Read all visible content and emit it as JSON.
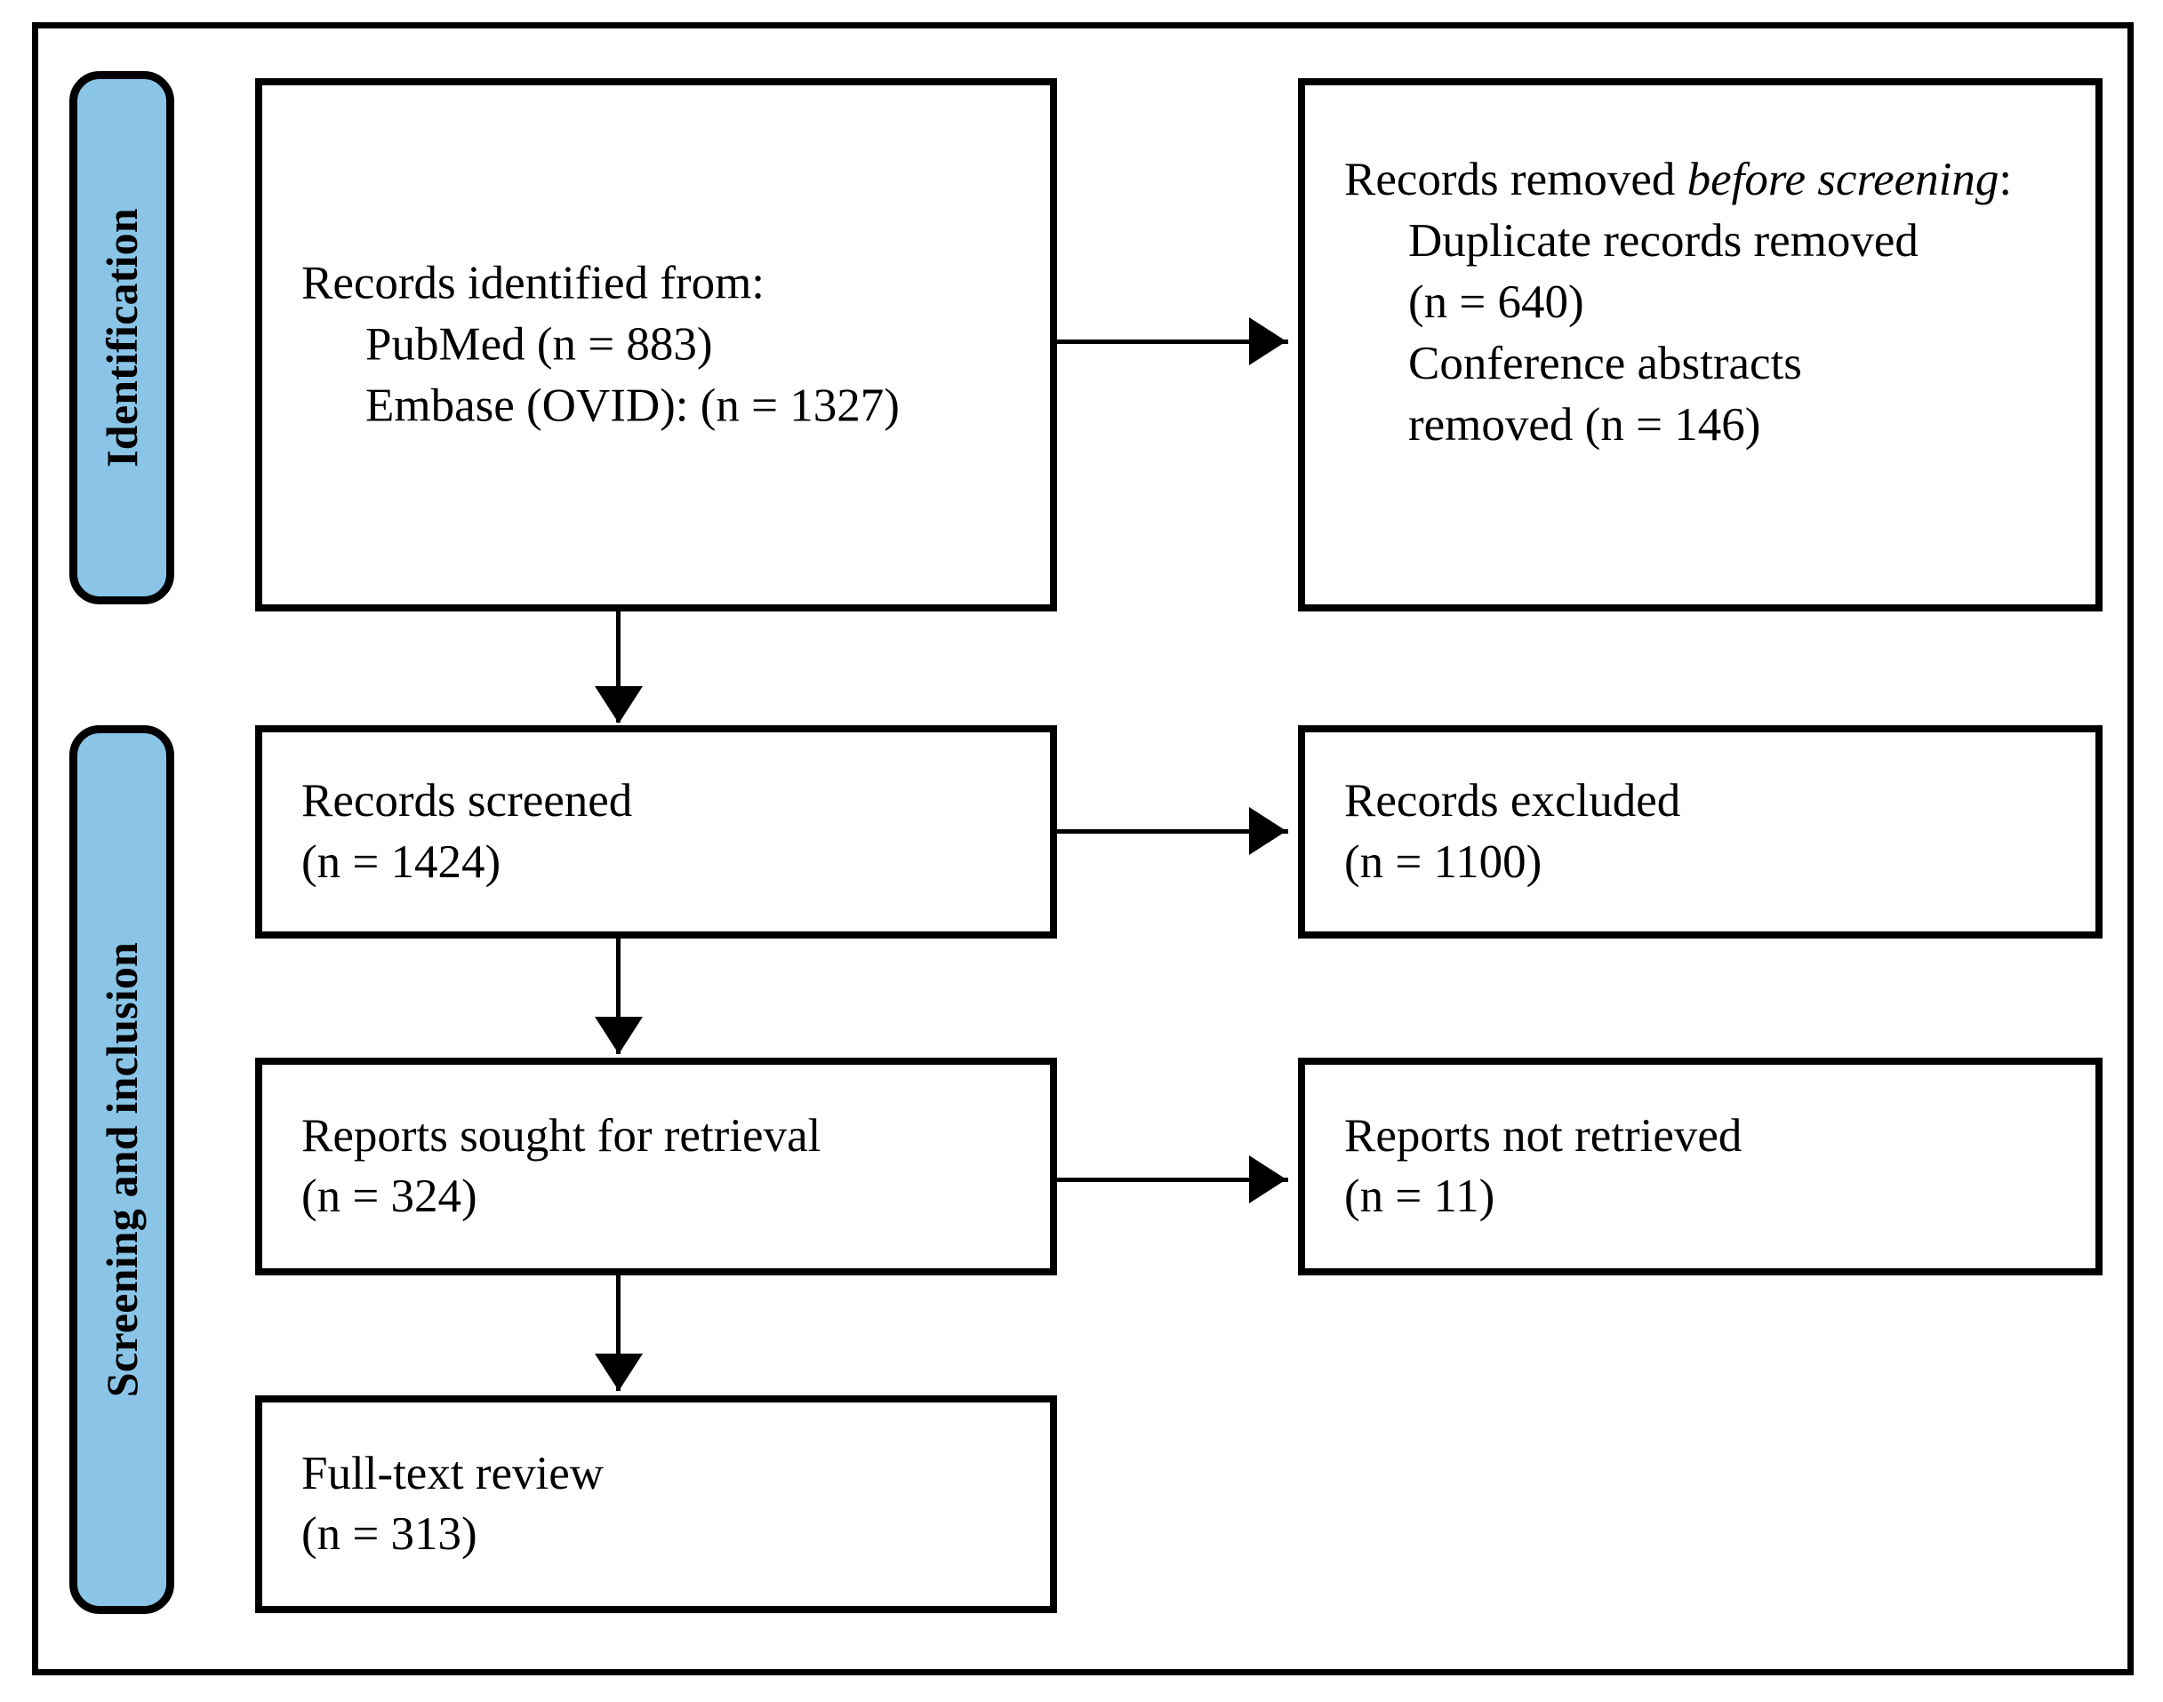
{
  "diagram": {
    "title": "PRISMA flow diagram",
    "type": "prisma-flow-diagram",
    "accent_color": "#8AC5E8",
    "line_color": "#000000",
    "background_color": "#FFFFFF"
  },
  "stages": [
    {
      "id": "identification",
      "label": "Identification"
    },
    {
      "id": "screening-inclusion",
      "label": "Screening and inclusion"
    }
  ],
  "boxes": {
    "records_identified": {
      "id": "records-identified",
      "lines": [
        {
          "text": "Records identified from:",
          "indent": false
        },
        {
          "text": "PubMed (n = 883)",
          "indent": true
        },
        {
          "text": "Embase (OVID): (n = 1327)",
          "indent": true
        }
      ]
    },
    "records_removed": {
      "id": "records-removed-before-screening",
      "lines": [
        {
          "text": "Records removed before screening:",
          "indent": false,
          "italic_from": "before screening"
        },
        {
          "text": "Duplicate records removed",
          "indent": true
        },
        {
          "text": "(n = 640)",
          "indent": true
        },
        {
          "text": "Conference abstracts",
          "indent": true
        },
        {
          "text": "removed (n = 146)",
          "indent": true
        }
      ]
    },
    "records_screened": {
      "id": "records-screened",
      "lines": [
        {
          "text": "Records screened",
          "indent": false
        },
        {
          "text": "(n = 1424)",
          "indent": false
        }
      ]
    },
    "records_excluded": {
      "id": "records-excluded",
      "lines": [
        {
          "text": "Records excluded",
          "indent": false
        },
        {
          "text": "(n = 1100)",
          "indent": false
        }
      ]
    },
    "reports_sought": {
      "id": "reports-sought-for-retrieval",
      "lines": [
        {
          "text": "Reports sought for retrieval",
          "indent": false
        },
        {
          "text": "(n = 324)",
          "indent": false
        }
      ]
    },
    "reports_not_retrieved": {
      "id": "reports-not-retrieved",
      "lines": [
        {
          "text": "Reports not retrieved",
          "indent": false
        },
        {
          "text": "(n = 11)",
          "indent": false
        }
      ]
    },
    "full_text_review": {
      "id": "full-text-review",
      "lines": [
        {
          "text": "Full-text review",
          "indent": false
        },
        {
          "text": "(n = 313)",
          "indent": false
        }
      ]
    }
  },
  "text": {
    "records_identified_l1": "Records identified from:",
    "records_identified_l2": "PubMed (n = 883)",
    "records_identified_l3": "Embase (OVID): (n = 1327)",
    "records_removed_l1_a": "Records removed ",
    "records_removed_l1_em": "before screening",
    "records_removed_l1_b": ":",
    "records_removed_l2": "Duplicate records removed",
    "records_removed_l3": "(n = 640)",
    "records_removed_l4": "Conference abstracts",
    "records_removed_l5": "removed (n = 146)",
    "records_screened_l1": "Records screened",
    "records_screened_l2": "(n = 1424)",
    "records_excluded_l1": "Records excluded",
    "records_excluded_l2": "(n = 1100)",
    "reports_sought_l1": "Reports sought for retrieval",
    "reports_sought_l2": "(n = 324)",
    "reports_not_retrieved_l1": "Reports not retrieved",
    "reports_not_retrieved_l2": "(n = 11)",
    "full_text_review_l1": "Full-text review",
    "full_text_review_l2": "(n = 313)",
    "stage_identification": "Identification",
    "stage_screening_inclusion": "Screening and inclusion"
  },
  "chart_data": {
    "type": "diagram",
    "title": "PRISMA flow diagram",
    "nodes": [
      {
        "id": "records-identified",
        "stage": "Identification",
        "column": "left",
        "counts": {
          "PubMed": 883,
          "Embase (OVID)": 1327
        }
      },
      {
        "id": "records-removed-before-screening",
        "stage": "Identification",
        "column": "right",
        "counts": {
          "Duplicate records removed": 640,
          "Conference abstracts removed": 146
        }
      },
      {
        "id": "records-screened",
        "stage": "Screening and inclusion",
        "column": "left",
        "counts": {
          "n": 1424
        }
      },
      {
        "id": "records-excluded",
        "stage": "Screening and inclusion",
        "column": "right",
        "counts": {
          "n": 1100
        }
      },
      {
        "id": "reports-sought-for-retrieval",
        "stage": "Screening and inclusion",
        "column": "left",
        "counts": {
          "n": 324
        }
      },
      {
        "id": "reports-not-retrieved",
        "stage": "Screening and inclusion",
        "column": "right",
        "counts": {
          "n": 11
        }
      },
      {
        "id": "full-text-review",
        "stage": "Screening and inclusion",
        "column": "left",
        "counts": {
          "n": 313
        }
      }
    ],
    "edges": [
      {
        "from": "records-identified",
        "to": "records-removed-before-screening",
        "direction": "right"
      },
      {
        "from": "records-identified",
        "to": "records-screened",
        "direction": "down"
      },
      {
        "from": "records-screened",
        "to": "records-excluded",
        "direction": "right"
      },
      {
        "from": "records-screened",
        "to": "reports-sought-for-retrieval",
        "direction": "down"
      },
      {
        "from": "reports-sought-for-retrieval",
        "to": "reports-not-retrieved",
        "direction": "right"
      },
      {
        "from": "reports-sought-for-retrieval",
        "to": "full-text-review",
        "direction": "down"
      }
    ]
  }
}
